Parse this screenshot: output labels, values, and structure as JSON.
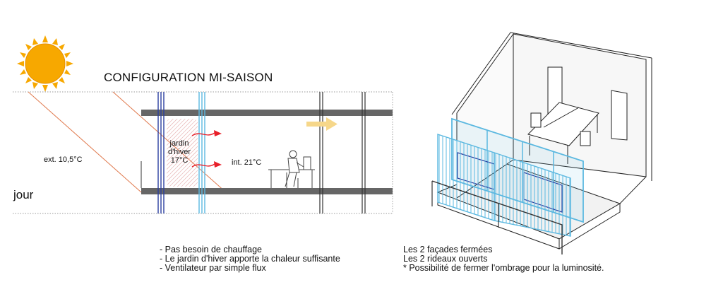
{
  "title": "CONFIGURATION MI-SAISON",
  "labels": {
    "exterior": "ext. 10,5°C",
    "interior": "int. 21°C",
    "winter_garden_line1": "jardin",
    "winter_garden_line2": "d'hiver",
    "winter_garden_line3": "17°C",
    "time_of_day": "jour"
  },
  "notes_left": [
    "- Pas besoin de chauffage",
    "- Le jardin d'hiver apporte la chaleur suffisante",
    "- Ventilateur par simple flux"
  ],
  "notes_right": [
    "Les 2 façades  fermées",
    "Les 2  rideaux ouverts",
    "* Possibilité de fermer l'ombrage pour la luminosité."
  ],
  "colors": {
    "sun": "#f7a800",
    "sun_ray": "#e07a4e",
    "slab": "#666666",
    "inner_facade": "#2b3fa0",
    "outer_facade": "#5bb8e0",
    "heat_arrow": "#e8202a",
    "air_arrow": "#f6d78a",
    "garden_fill": "#f3d6d6"
  },
  "icons": [
    "sun-icon",
    "person-at-desk-icon",
    "ventilation-arrow-icon",
    "heat-arrow-icon"
  ]
}
